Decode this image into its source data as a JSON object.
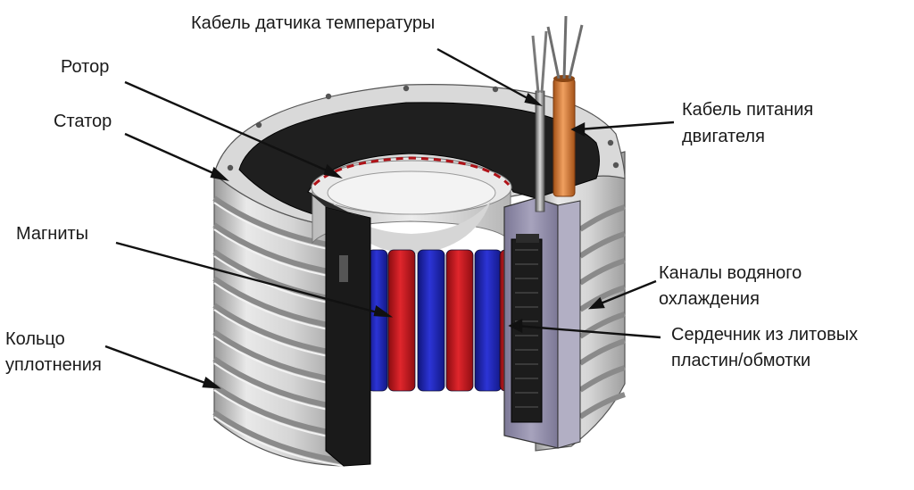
{
  "labels": {
    "temp_sensor_cable": "Кабель датчика температуры",
    "rotor": "Ротор",
    "stator": "Статор",
    "power_cable_line1": "Кабель питания",
    "power_cable_line2": "двигателя",
    "magnets": "Магниты",
    "cooling_channels_line1": "Каналы водяного",
    "cooling_channels_line2": "охлаждения",
    "seal_ring_line1": "Кольцо",
    "seal_ring_line2": "уплотнения",
    "core_line1": "Сердечник из литовых",
    "core_line2": "пластин/обмотки"
  },
  "colors": {
    "housing_light": "#e4e4e4",
    "housing_mid": "#c4c4c4",
    "housing_dark": "#8e8e8e",
    "inner_black": "#1f1f1f",
    "magnet_red": "#c8141c",
    "magnet_blue": "#1b22b4",
    "core_purple": "#8e8aa6",
    "power_cable": "#d27a34",
    "sensor_cable": "#8a8a8a",
    "leader_line": "#111111"
  }
}
